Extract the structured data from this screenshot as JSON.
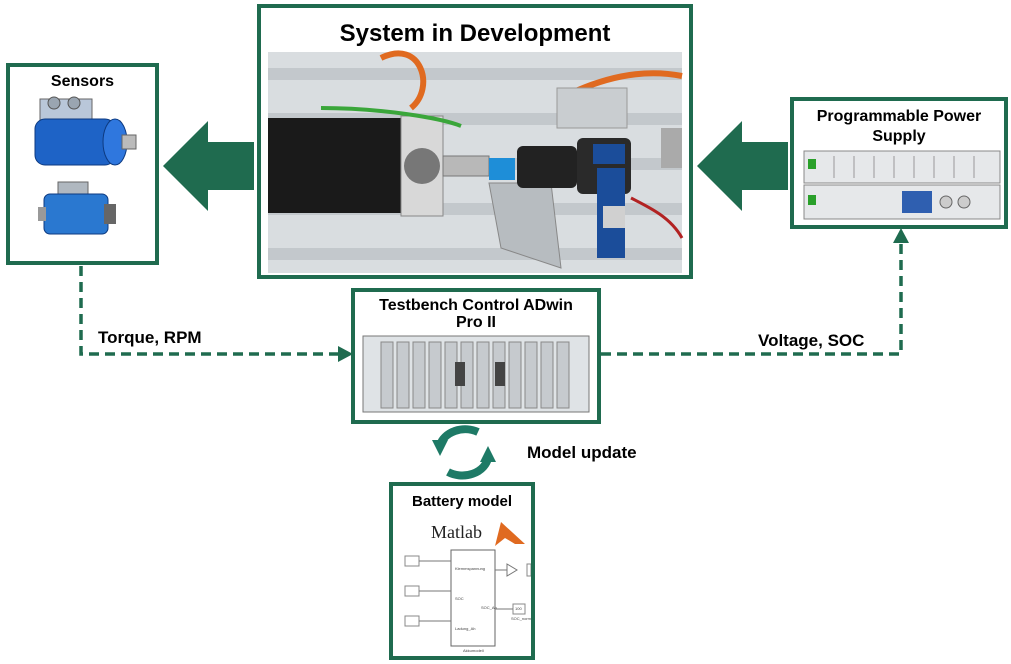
{
  "main": {
    "title": "System in Development"
  },
  "sensors": {
    "title": "Sensors"
  },
  "power_supply": {
    "title_line1": "Programmable Power",
    "title_line2": "Supply"
  },
  "testbench": {
    "title_line1": "Testbench Control ADwin",
    "title_line2": "Pro II"
  },
  "battery": {
    "title": "Battery model",
    "software": "Matlab"
  },
  "links": {
    "left": "Torque, RPM",
    "right": "Voltage, SOC",
    "loop": "Model update"
  },
  "simulink": {
    "block_ports": [
      "Klemmspannung",
      "SOC",
      "Ladung_Ah"
    ],
    "out_port": "SOC_Ah",
    "block_label": "Akkumodell",
    "gain_value": "",
    "display_value": "100",
    "display_label": "SOC_norm"
  },
  "colors": {
    "frame": "#1f6b4f",
    "arrow": "#1f6b4f",
    "loop": "#1e7a66"
  }
}
